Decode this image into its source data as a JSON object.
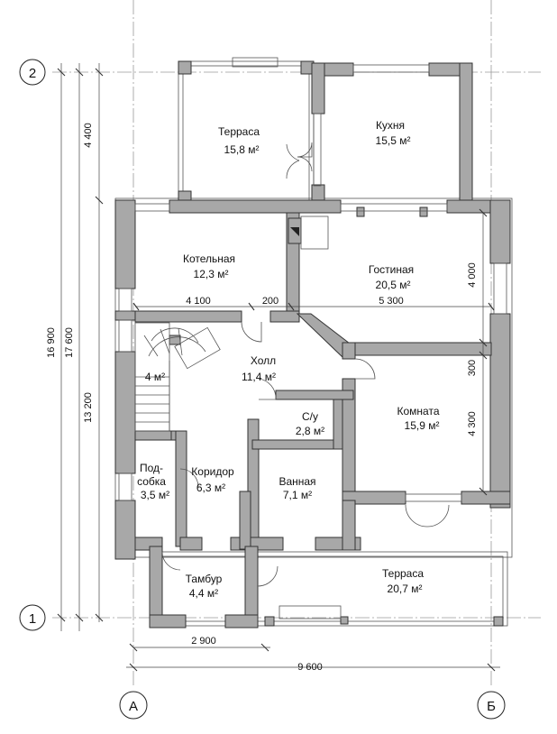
{
  "axes": {
    "axis_2": "2",
    "axis_1": "1",
    "axis_a": "А",
    "axis_b": "Б"
  },
  "rooms": {
    "terrace_top": {
      "name": "Терраса",
      "area": "15,8 м²"
    },
    "kitchen": {
      "name": "Кухня",
      "area": "15,5 м²"
    },
    "boiler": {
      "name": "Котельная",
      "area": "12,3 м²"
    },
    "living": {
      "name": "Гостиная",
      "area": "20,5 м²"
    },
    "hall": {
      "name": "Холл",
      "area": "11,4 м²"
    },
    "stair_area": {
      "area": "4 м²"
    },
    "wc": {
      "name": "С/у",
      "area": "2,8 м²"
    },
    "room": {
      "name": "Комната",
      "area": "15,9 м²"
    },
    "corridor": {
      "name": "Коридор",
      "area": "6,3 м²"
    },
    "storage": {
      "name_line1": "Под-",
      "name_line2": "собка",
      "area": "3,5 м²"
    },
    "bathroom": {
      "name": "Ванная",
      "area": "7,1 м²"
    },
    "vestibule": {
      "name": "Тамбур",
      "area": "4,4 м²"
    },
    "terrace_bottom": {
      "name": "Терраса",
      "area": "20,7 м²"
    }
  },
  "dimensions": {
    "d_4100": "4 100",
    "d_200": "200",
    "d_5300": "5 300",
    "d_4000": "4 000",
    "d_300": "300",
    "d_4300": "4 300",
    "d_4400": "4 400",
    "d_13200": "13 200",
    "d_16900": "16 900",
    "d_17600": "17 600",
    "d_2900": "2 900",
    "d_9600": "9 600"
  }
}
